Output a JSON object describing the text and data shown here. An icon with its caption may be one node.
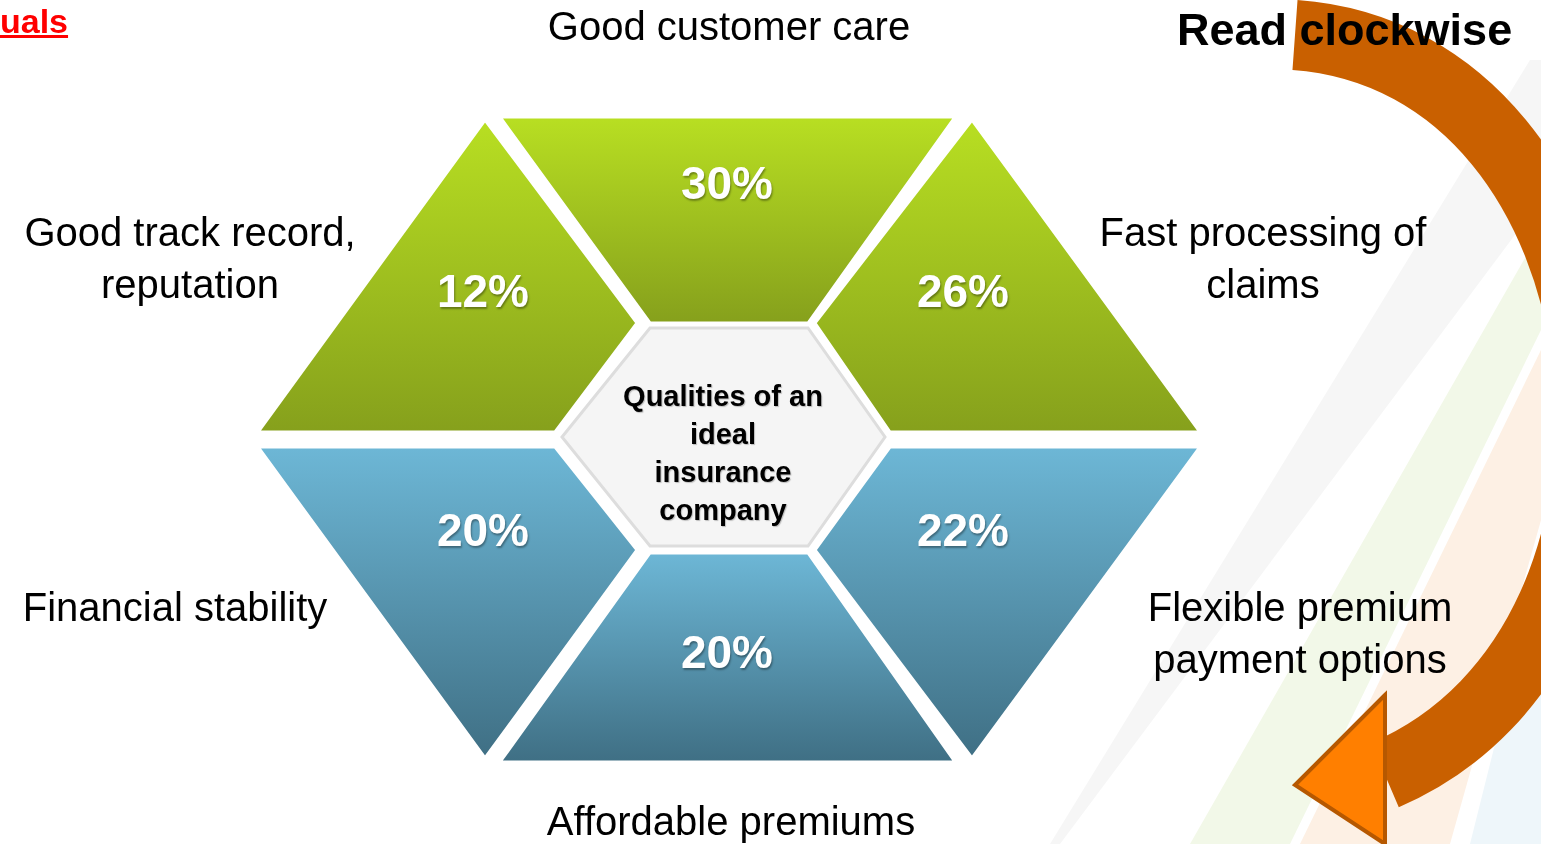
{
  "diagram": {
    "nodes": [
      {
        "text": [
          "30%"
        ],
        "beside": [
          "Good customer care"
        ]
      },
      {
        "text": [
          "12%"
        ],
        "beside": [
          "Good track record, reputation"
        ]
      },
      {
        "text": [
          "26%"
        ],
        "beside": [
          "Fast processing of claims"
        ]
      },
      {
        "text": [
          "Qualities of an ideal insurance company"
        ]
      },
      {
        "text": [
          "20%"
        ],
        "beside": [
          "Financial stability"
        ]
      },
      {
        "text": [
          "22%"
        ],
        "beside": [
          "Flexible premium payment options"
        ]
      },
      {
        "text": [
          "20%"
        ],
        "beside": [
          "Affordable premiums"
        ]
      }
    ],
    "edges": [],
    "labels": [
      "uals",
      "Read clockwise"
    ]
  }
}
